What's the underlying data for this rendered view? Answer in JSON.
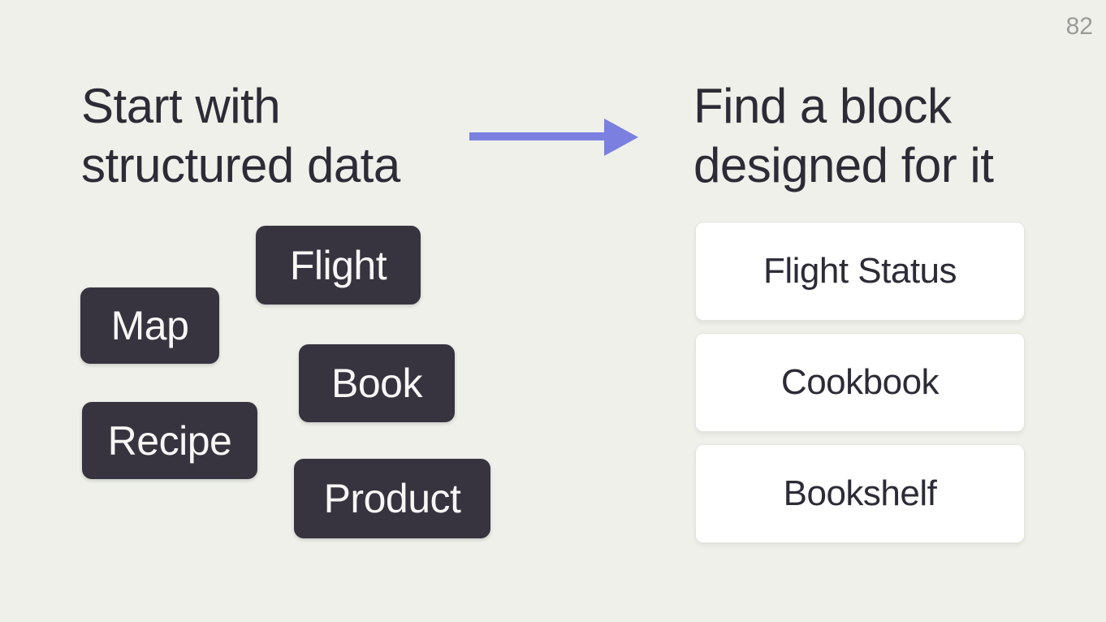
{
  "slide": {
    "page_number": "82",
    "left_panel": {
      "heading_line1": "Start with",
      "heading_line2": "structured data",
      "data_chips": [
        {
          "label": "Flight"
        },
        {
          "label": "Map"
        },
        {
          "label": "Book"
        },
        {
          "label": "Recipe"
        },
        {
          "label": "Product"
        }
      ]
    },
    "arrow": {
      "icon": "arrow-right-icon",
      "direction": "right"
    },
    "right_panel": {
      "heading_line1": "Find a block",
      "heading_line2": "designed for it",
      "block_cards": [
        {
          "label": "Flight Status"
        },
        {
          "label": "Cookbook"
        },
        {
          "label": "Bookshelf"
        }
      ]
    },
    "colors": {
      "background": "#eef0e9",
      "heading_text": "#2d2b36",
      "chip_background": "#373440",
      "chip_text": "#f8f7f5",
      "card_background": "#ffffff",
      "card_border": "#e3e4de",
      "card_text": "#2d2b36",
      "arrow": "#7b7fe0",
      "page_number": "#9b9b99"
    }
  }
}
